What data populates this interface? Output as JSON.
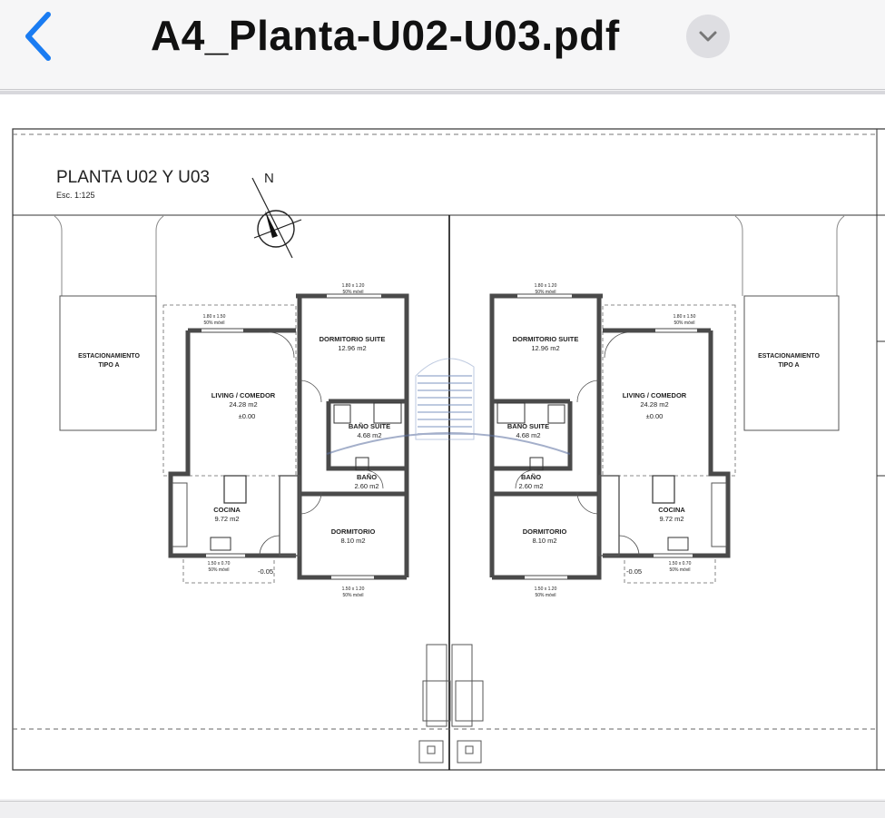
{
  "nav": {
    "title": "A4_Planta-U02-U03.pdf",
    "back_icon": "chevron-left-icon",
    "menu_icon": "chevron-down-icon",
    "accent_color": "#1a7cf2"
  },
  "plan": {
    "title": "PLANTA U02 Y U03",
    "scale": "Esc. 1:125",
    "north": "N",
    "parking_line1": "ESTACIONAMIENTO",
    "parking_line2": "TIPO A",
    "rooms": {
      "dorm_suite": "DORMITORIO SUITE",
      "dorm_suite_area": "12.96 m2",
      "living": "LIVING / COMEDOR",
      "living_area": "24.28 m2",
      "living_level": "±0.00",
      "bano_suite": "BAÑO SUITE",
      "bano_suite_area": "4.68 m2",
      "bano": "BAÑO",
      "bano_area": "2.60 m2",
      "cocina": "COCINA",
      "cocina_area": "9.72 m2",
      "dormitorio": "DORMITORIO",
      "dormitorio_area": "8.10 m2",
      "exterior_level": "-0.05"
    },
    "windows": {
      "top": "1.80 x 1.20",
      "living_top": "1.80 x 1.50",
      "kitchen": "1.50 x 0.70",
      "bottom": "1.50 x 1.20",
      "mobile": "50% móvil"
    }
  }
}
